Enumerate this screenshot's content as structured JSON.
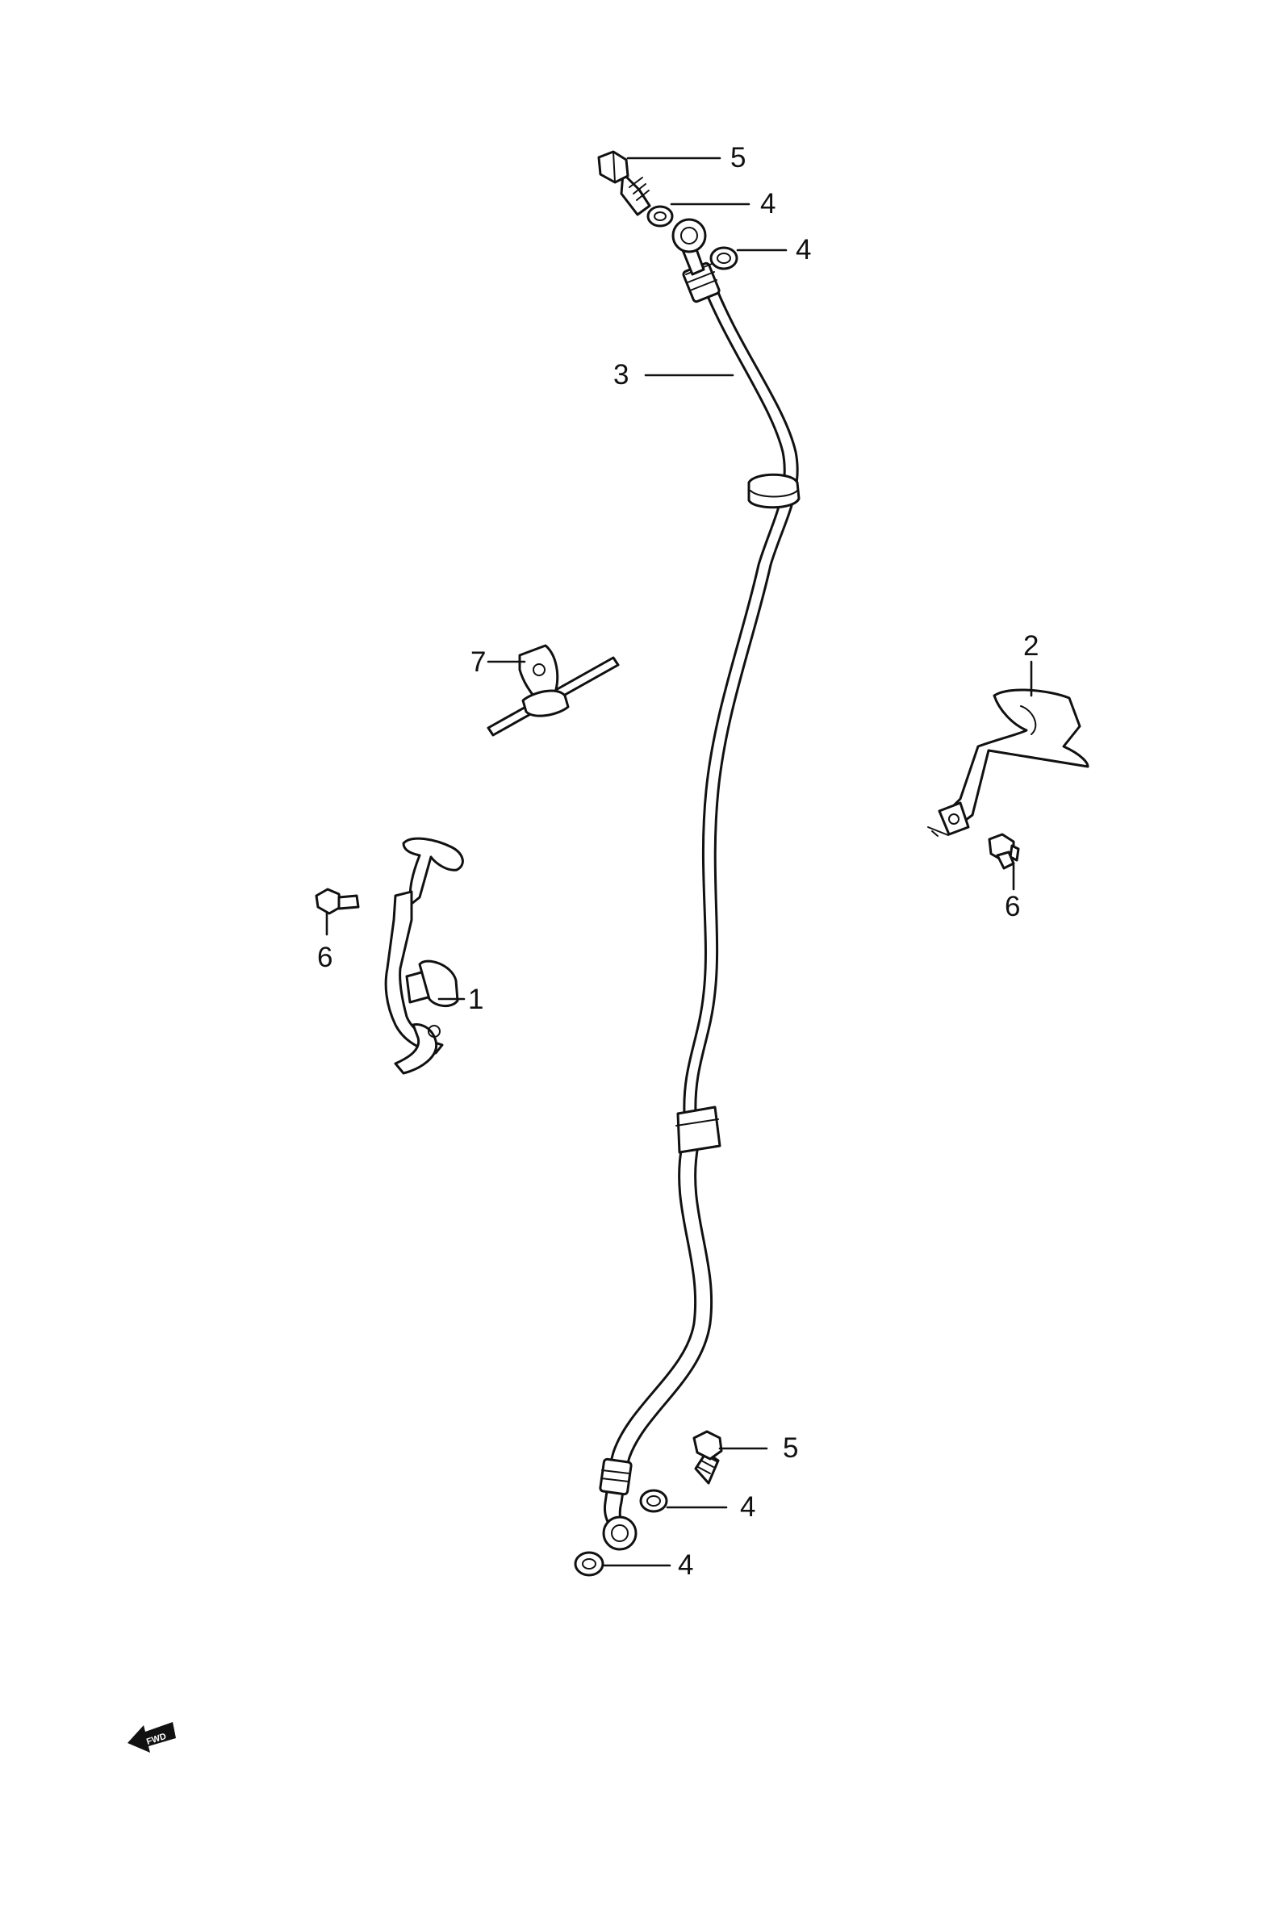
{
  "callouts": {
    "bracket_left": "1",
    "bracket_right": "2",
    "hose": "3",
    "washer_top_outer": "4",
    "washer_top_inner": "4",
    "washer_bottom_inner": "4",
    "washer_bottom_outer": "4",
    "bolt_top": "5",
    "bolt_bottom": "5",
    "bolt_left": "6",
    "bolt_right": "6",
    "clamp": "7"
  },
  "fwd_badge": "FWD",
  "colors": {
    "line": "#111111",
    "background": "#ffffff"
  }
}
